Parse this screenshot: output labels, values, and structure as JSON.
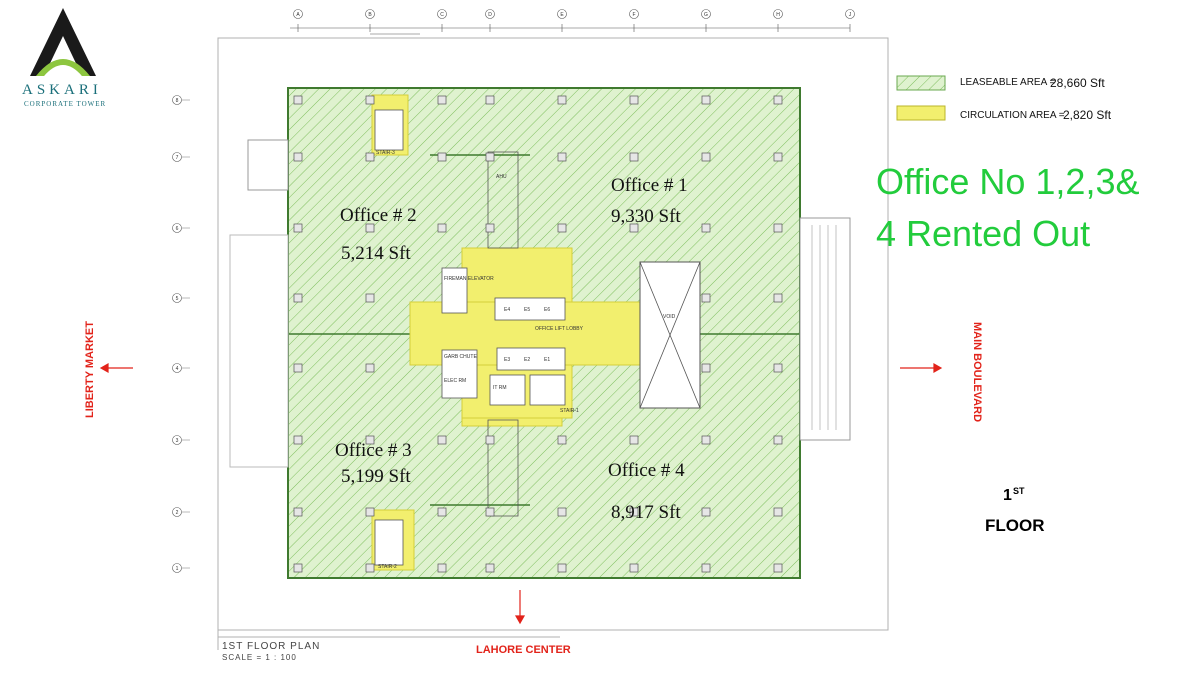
{
  "logo": {
    "name": "ASKARI",
    "subtitle": "CORPORATE TOWER",
    "colors": {
      "primary": "#1a1a1a",
      "accent": "#8dc63f",
      "text": "#1a6f7a"
    }
  },
  "legend": {
    "leaseable": {
      "label": "LEASEABLE AREA =",
      "value": "28,660 Sft",
      "color": "#d6efc2"
    },
    "circulation": {
      "label": "CIRCULATION AREA =",
      "value": "2,820 Sft",
      "color": "#f2ef6e"
    }
  },
  "offices": [
    {
      "label": "Office # 1",
      "area": "9,330 Sft"
    },
    {
      "label": "Office # 2",
      "area": "5,214 Sft"
    },
    {
      "label": "Office # 3",
      "area": "5,199 Sft"
    },
    {
      "label": "Office # 4",
      "area": "8,917 Sft"
    }
  ],
  "status": {
    "line1": "Office No 1,2,3&",
    "line2": "4 Rented Out",
    "color": "#22cc3c"
  },
  "directions": {
    "west": "LIBERTY MARKET",
    "east": "MAIN BOULEVARD",
    "south": "LAHORE CENTER",
    "color": "#e2231a"
  },
  "floor": {
    "number": "1",
    "suffix": "ST",
    "word": "FLOOR"
  },
  "plan": {
    "title": "1ST FLOOR PLAN",
    "scale": "SCALE = 1 : 100"
  },
  "grid": {
    "columns": [
      "A",
      "B",
      "C",
      "D",
      "E",
      "F",
      "G",
      "H",
      "J"
    ],
    "rows": [
      "8",
      "7",
      "6",
      "5",
      "4",
      "3",
      "2",
      "1"
    ]
  },
  "core": {
    "lobby": "OFFICE LIFT LOBBY",
    "lifts_top": [
      "E4",
      "E5",
      "E6"
    ],
    "lifts_bottom": [
      "E3",
      "E2",
      "E1"
    ],
    "void": "VOID",
    "stairs": [
      "STAIR-3",
      "STAIR-2",
      "STAIR-1"
    ],
    "service": [
      "FIREMAN ELEVATOR",
      "GARB CHUTE",
      "ELEC RM",
      "IT RM",
      "AHU"
    ]
  }
}
